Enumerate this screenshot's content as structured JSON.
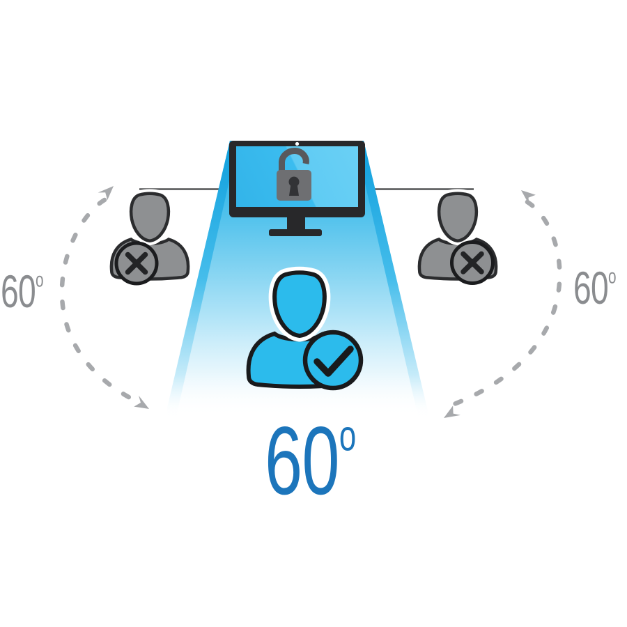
{
  "title": "60 degree privacy viewing angle diagram",
  "labels": {
    "left_angle": {
      "value": "60",
      "unit": "o"
    },
    "right_angle": {
      "value": "60",
      "unit": "o"
    },
    "bottom_angle": {
      "value": "60",
      "unit": "o"
    }
  },
  "icons": [
    "monitor-icon",
    "webcam-dot-icon",
    "unlock-icon",
    "keyhole-icon",
    "privacy-cone",
    "viewer-allowed-icon",
    "check-badge-icon",
    "viewer-blocked-left-icon",
    "x-badge-left-icon",
    "viewer-blocked-right-icon",
    "x-badge-right-icon",
    "arc-arrow-left",
    "arc-arrow-right"
  ],
  "colors": {
    "cyan_accent": "#2cbbec",
    "cone_top": "#2aaee5",
    "gray_person": "#8e9092",
    "outline_dark": "#1a1a1c",
    "bezel_dark": "#28282a",
    "lock_gray": "#6e6f72",
    "arc_gray": "#a7a9ac",
    "angle_gray_text": "#8a8c8f",
    "angle_blue_text": "#1c75bb"
  }
}
